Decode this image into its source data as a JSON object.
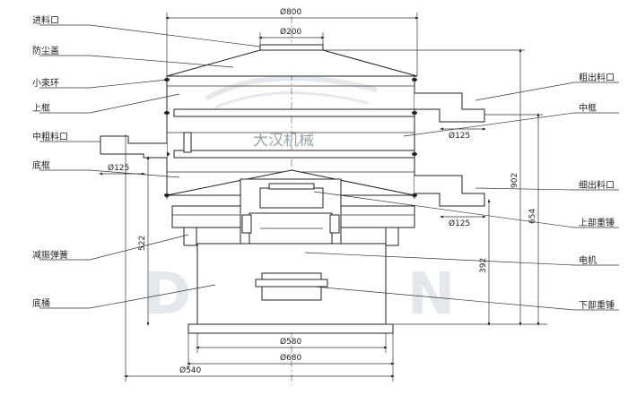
{
  "watermark": {
    "brand": "大汉机械",
    "latin": "DAHAN"
  },
  "callouts_left": [
    {
      "id": "inlet",
      "label": "进料口"
    },
    {
      "id": "dust-cover",
      "label": "防尘盖"
    },
    {
      "id": "small-clamp",
      "label": "小束环"
    },
    {
      "id": "upper-frame",
      "label": "上框"
    },
    {
      "id": "medium-outlet",
      "label": "中粗料口"
    },
    {
      "id": "bottom-frame",
      "label": "底框"
    },
    {
      "id": "damping-spring",
      "label": "减振弹簧"
    },
    {
      "id": "base-barrel",
      "label": "底桶"
    }
  ],
  "callouts_right": [
    {
      "id": "coarse-outlet",
      "label": "粗出料口"
    },
    {
      "id": "middle-frame",
      "label": "中框"
    },
    {
      "id": "fine-outlet",
      "label": "细出料口"
    },
    {
      "id": "upper-weight",
      "label": "上部重锤"
    },
    {
      "id": "motor",
      "label": "电机"
    },
    {
      "id": "lower-weight",
      "label": "下部重锤"
    }
  ],
  "dimensions": {
    "top_width": "Ø800",
    "inlet_dia": "Ø200",
    "coarse_outlet_dia": "Ø125",
    "medium_outlet_dia": "Ø125",
    "fine_outlet_dia": "Ø125",
    "total_height": "902",
    "height_654": "654",
    "base_height_522": "522",
    "height_392": "392",
    "base_580": "Ø580",
    "base_680": "Ø680",
    "base_540": "Ø540"
  }
}
